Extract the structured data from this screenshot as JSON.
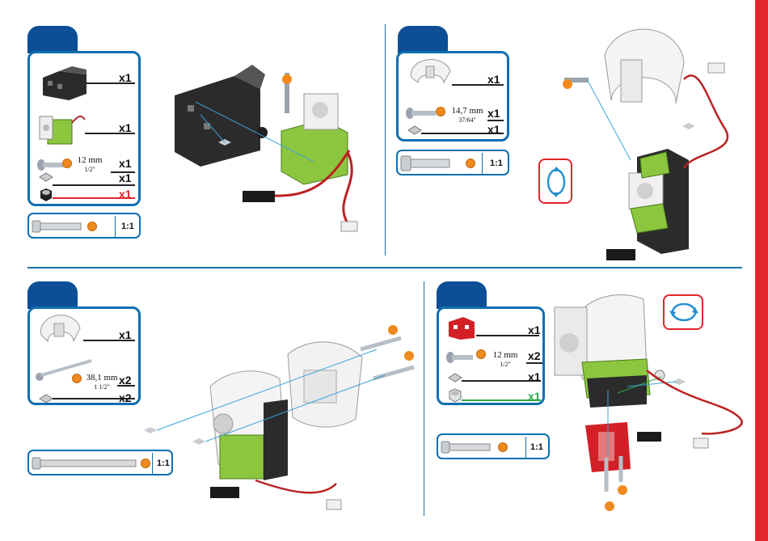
{
  "colors": {
    "accent_blue": "#0d6fb0",
    "tab_blue": "#0d4f96",
    "edge_red": "#e3242b",
    "part_green": "#8cc63f",
    "tag_orange": "#f08a1e"
  },
  "steps": [
    {
      "parts": [
        {
          "icon": "servo-bracket-icon",
          "qty": "x1"
        },
        {
          "icon": "servo-motor-icon",
          "qty": "x1"
        },
        {
          "icon": "screw-12mm-icon",
          "qty": "x1",
          "size_mm": "12 mm",
          "size_in": "1/2\""
        },
        {
          "icon": "square-nut-icon",
          "qty": "x1"
        },
        {
          "icon": "lock-nut-icon",
          "qty": "x1"
        }
      ],
      "scale": "1:1"
    },
    {
      "parts": [
        {
          "icon": "wheel-half-icon",
          "qty": "x1"
        },
        {
          "icon": "screw-14mm-icon",
          "qty": "x1",
          "size_mm": "14,7 mm",
          "size_in": "37/64\""
        },
        {
          "icon": "square-nut-icon",
          "qty": "x1"
        }
      ],
      "scale": "1:1"
    },
    {
      "parts": [
        {
          "icon": "wheel-half-icon",
          "qty": "x1"
        },
        {
          "icon": "screw-38mm-icon",
          "qty": "x2",
          "size_mm": "38,1 mm",
          "size_in": "1 1/2\""
        },
        {
          "icon": "square-nut-icon",
          "qty": "x2"
        }
      ],
      "scale": "1:1"
    },
    {
      "parts": [
        {
          "icon": "red-bracket-icon",
          "qty": "x1"
        },
        {
          "icon": "screw-12mm-icon",
          "qty": "x2",
          "size_mm": "12 mm",
          "size_in": "1/2\""
        },
        {
          "icon": "square-nut-icon",
          "qty": "x1"
        },
        {
          "icon": "lock-nut-icon",
          "qty": "x1"
        }
      ],
      "scale": "1:1"
    }
  ]
}
